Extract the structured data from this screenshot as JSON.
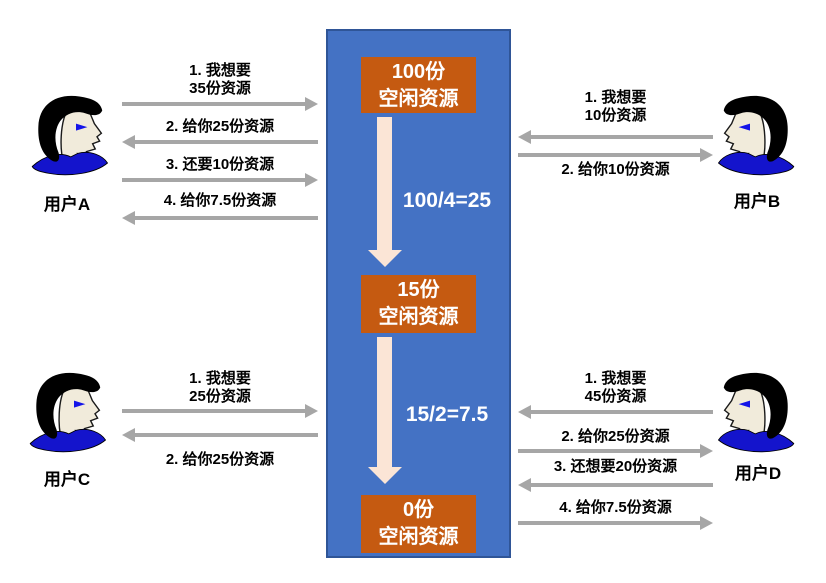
{
  "colors": {
    "pool_blue": "#4472c4",
    "pool_border": "#2f5597",
    "stage_orange": "#c55a11",
    "flow_arrow_peach": "#fbe5d6",
    "message_arrow_gray": "#a6a6a6",
    "collar_blue": "#1414cc",
    "face_cream": "#f1ebdb"
  },
  "center": {
    "boxes": [
      {
        "amount": "100份",
        "label": "空闲资源"
      },
      {
        "amount": "15份",
        "label": "空闲资源"
      },
      {
        "amount": "0份",
        "label": "空闲资源"
      }
    ],
    "calcs": [
      "100/4=25",
      "15/2=7.5"
    ]
  },
  "users": {
    "a": {
      "name": "用户A",
      "messages": [
        {
          "line1": "1. 我想要",
          "line2": "35份资源"
        },
        {
          "line1": "2. 给你25份资源"
        },
        {
          "line1": "3. 还要10份资源"
        },
        {
          "line1": "4. 给你7.5份资源"
        }
      ]
    },
    "b": {
      "name": "用户B",
      "messages": [
        {
          "line1": "1. 我想要",
          "line2": "10份资源"
        },
        {
          "line1": "2. 给你10份资源"
        }
      ]
    },
    "c": {
      "name": "用户C",
      "messages": [
        {
          "line1": "1. 我想要",
          "line2": "25份资源"
        },
        {
          "line1": "2. 给你25份资源"
        }
      ]
    },
    "d": {
      "name": "用户D",
      "messages": [
        {
          "line1": "1. 我想要",
          "line2": "45份资源"
        },
        {
          "line1": "2. 给你25份资源"
        },
        {
          "line1": "3. 还想要20份资源"
        },
        {
          "line1": "4. 给你7.5份资源"
        }
      ]
    }
  }
}
